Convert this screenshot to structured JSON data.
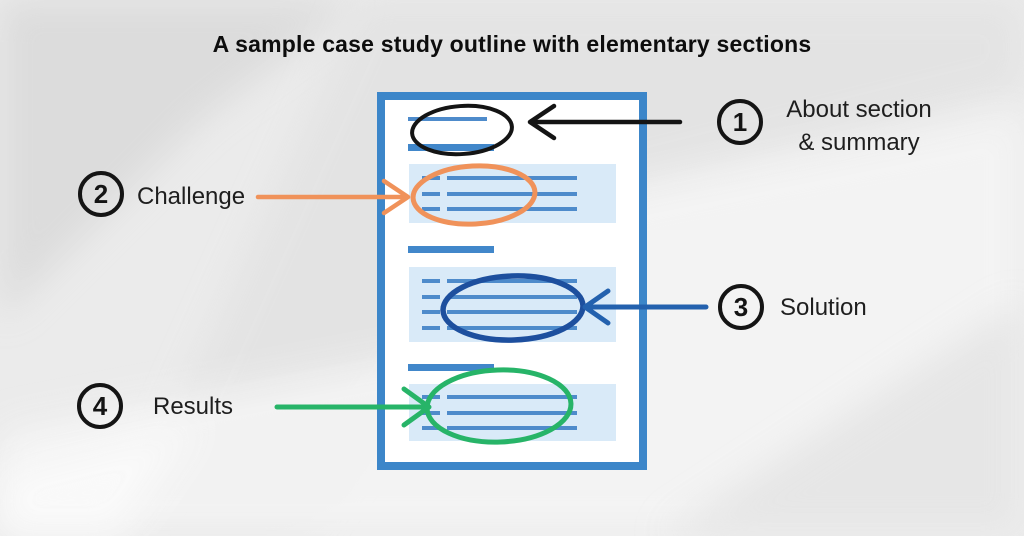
{
  "title": "A sample case study outline with elementary sections",
  "annotations": [
    {
      "number": "1",
      "label": "About section\n& summary",
      "target": "about-section"
    },
    {
      "number": "2",
      "label": "Challenge",
      "target": "challenge-section"
    },
    {
      "number": "3",
      "label": "Solution",
      "target": "solution-section"
    },
    {
      "number": "4",
      "label": "Results",
      "target": "results-section"
    }
  ],
  "colors": {
    "doc_border": "#3c86c9",
    "doc_bar": "#4187ca",
    "doc_line": "#4e8bcb",
    "doc_box": "#d9eaf8",
    "ink": "#141414",
    "orange": "#f0925a",
    "navy": "#1d4f9e",
    "arrow_blue": "#2361ae",
    "green": "#27b468"
  }
}
